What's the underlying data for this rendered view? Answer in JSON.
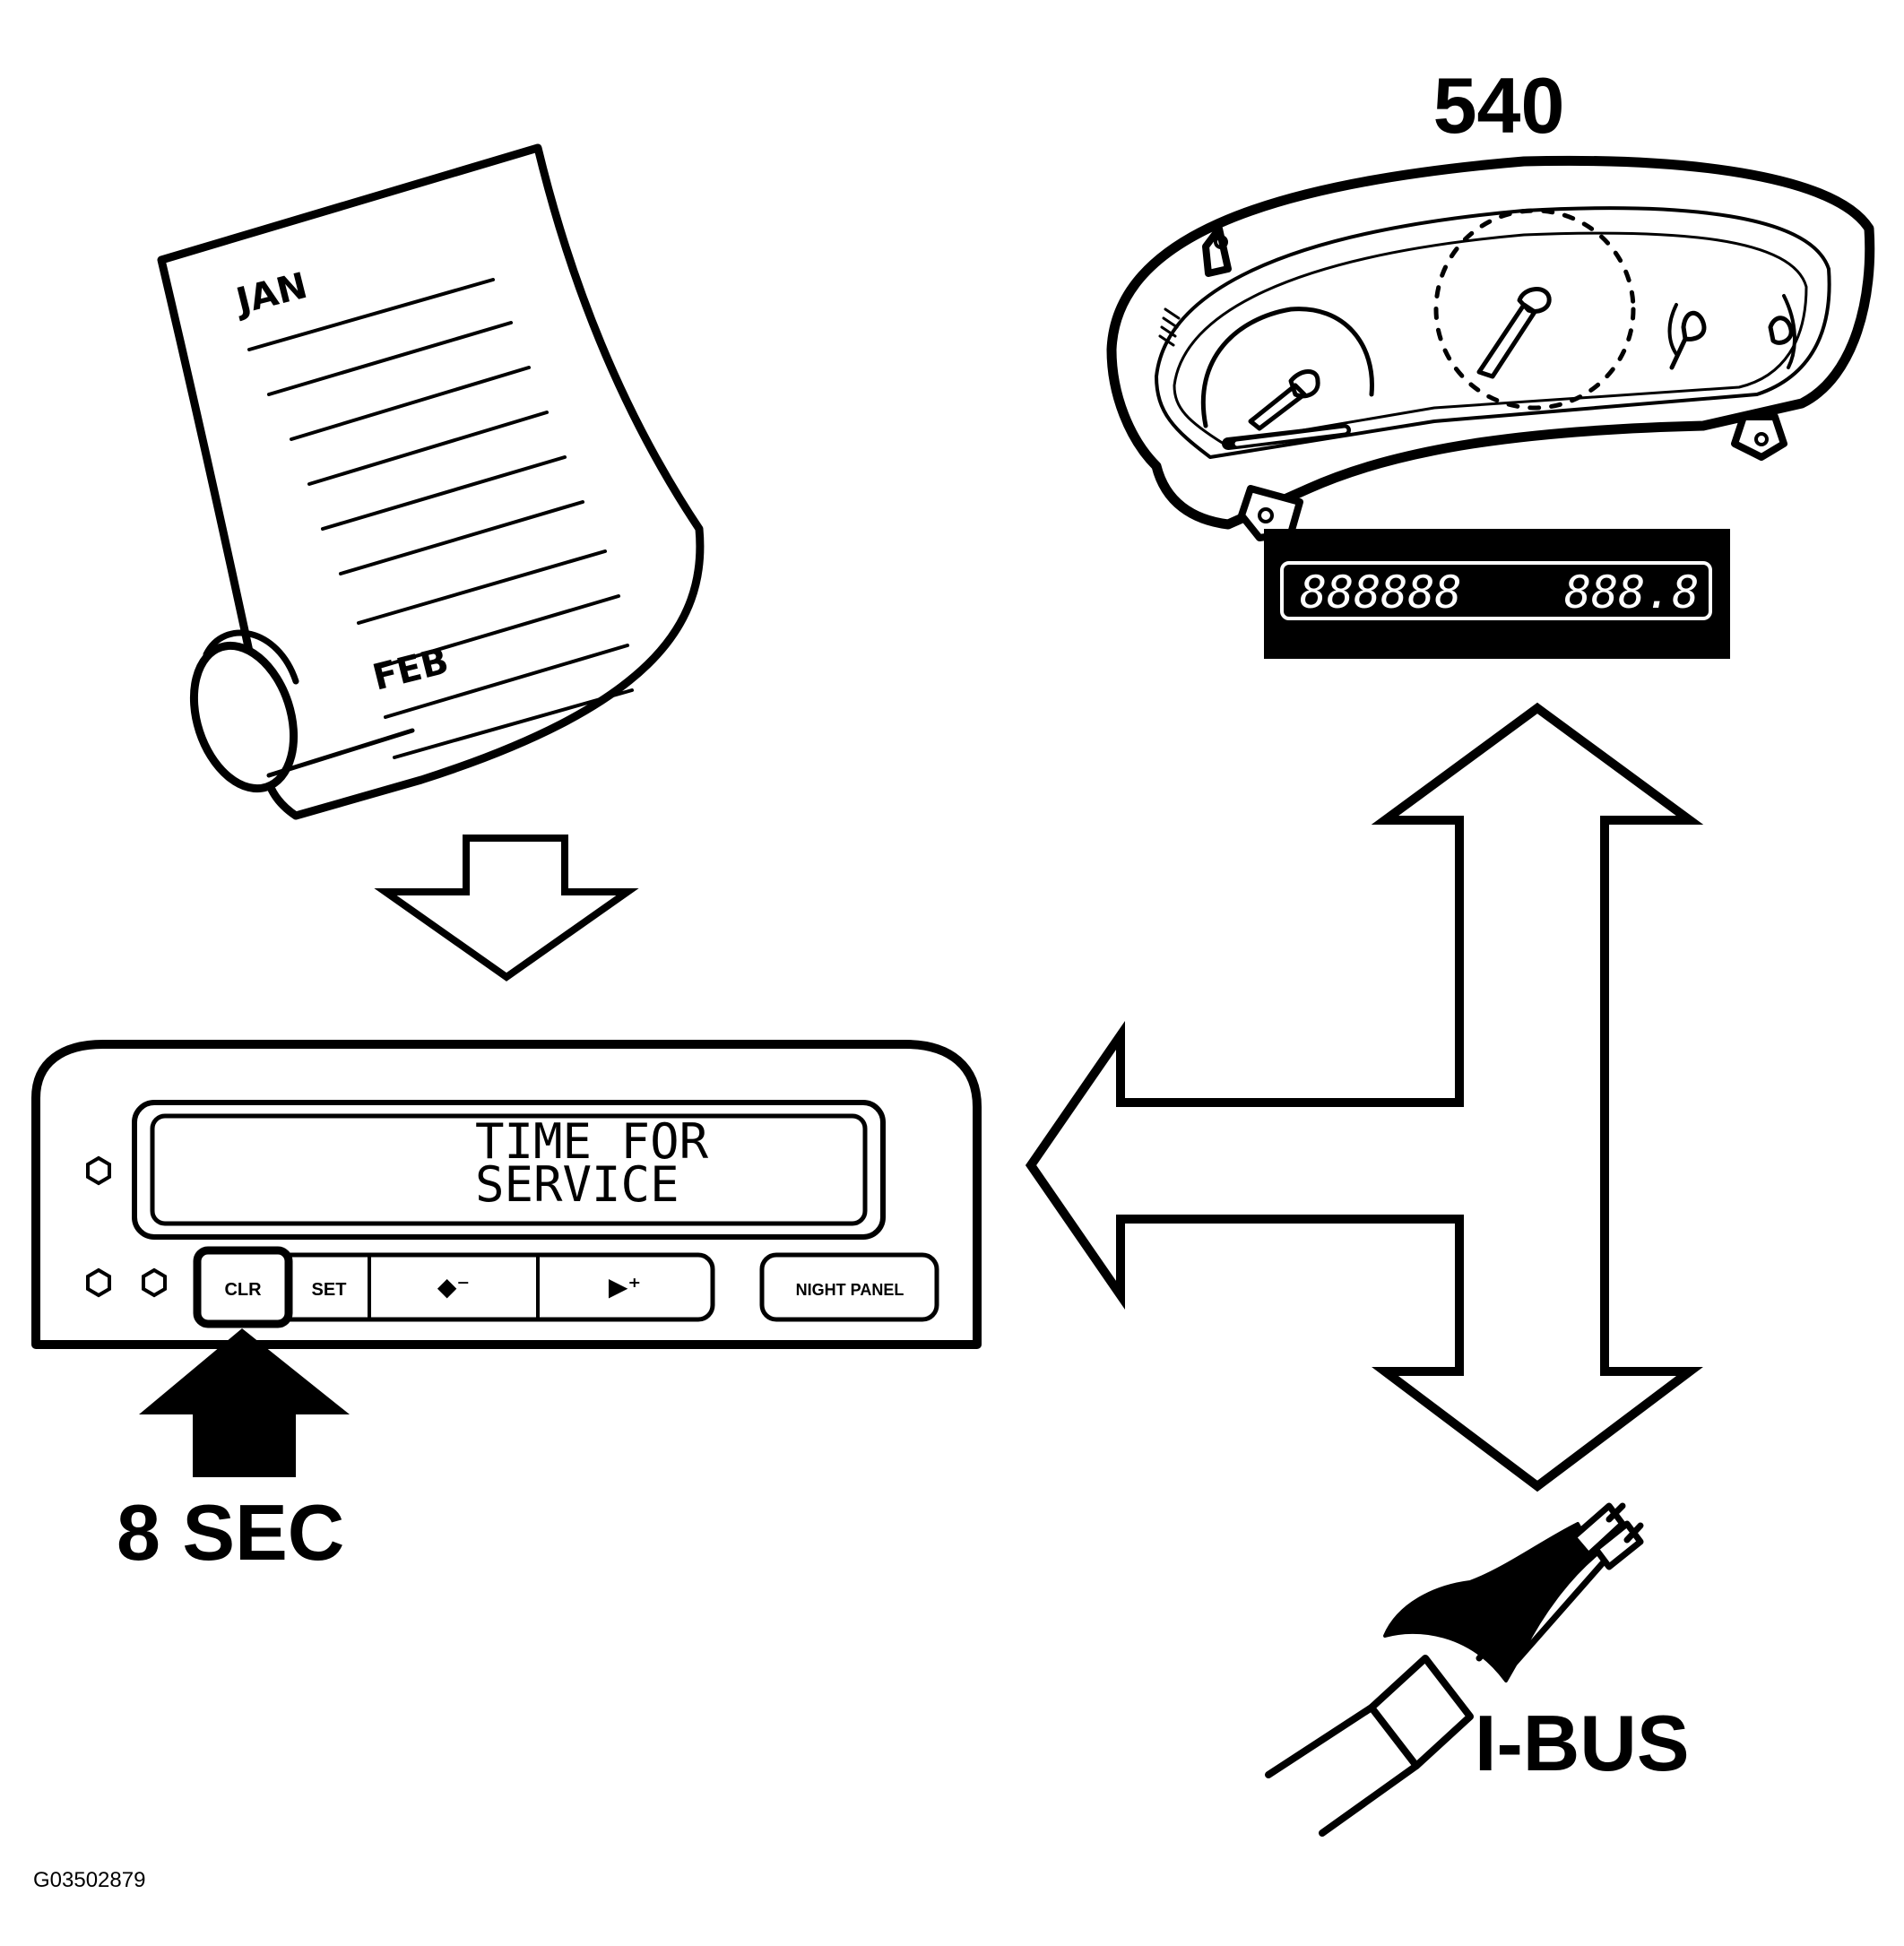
{
  "labels": {
    "model": "540",
    "hold_time": "8 SEC",
    "bus": "I-BUS",
    "figure_code": "G03502879"
  },
  "calendar": {
    "month_1": "JAN",
    "month_2": "FEB"
  },
  "cluster_display": {
    "odometer": "888888",
    "trip": "888.8"
  },
  "obc_display": {
    "line_1": "TIME FOR",
    "line_2": "SERVICE"
  },
  "obc_buttons": {
    "clr": "CLR",
    "set": "SET",
    "minus": "◆⁻",
    "plus": "▶⁺",
    "night_panel": "NIGHT PANEL"
  }
}
